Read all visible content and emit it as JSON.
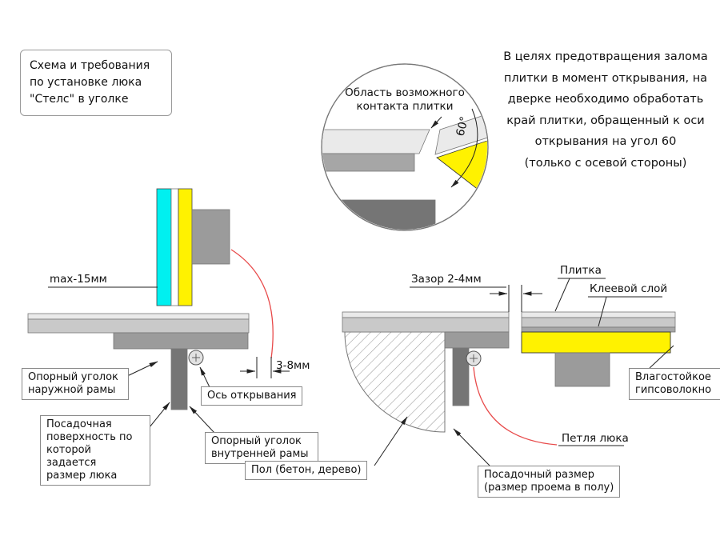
{
  "title_box": {
    "text": "Схема и требования\nпо установке люка\n\"Стелс\" в уголке"
  },
  "note": {
    "text": "В целях предотвращения залома\nплитки в момент открывания, на\nдверке необходимо обработать\nкрай плитки, обращенный к оси\nоткрывания на угол 60\n(только с осевой стороны)"
  },
  "detail": {
    "label": "Область возможного\nконтакта плитки",
    "angle": "60°"
  },
  "left": {
    "max_gap": "max-15мм",
    "outer_angle": "Опорный уголок\nнаружной рамы",
    "axis": "Ось открывания",
    "hinge_gap": "3-8мм",
    "seat_surface": "Посадочная\nповерхность по\nкоторой задается\nразмер люка",
    "inner_angle": "Опорный уголок\nвнутренней рамы"
  },
  "right": {
    "gap": "Зазор 2-4мм",
    "tile": "Плитка",
    "glue": "Клеевой слой",
    "gvl": "Влагостойкое\nгипсоволокно",
    "hinge": "Петля люка",
    "floor": "Пол (бетон, дерево)",
    "seat_size": "Посадочный размер\n(размер проема в полу)"
  },
  "colors": {
    "cyan": "#00f0f0",
    "yellow": "#fff200",
    "slab_light": "#eaeaea",
    "slab_mid": "#c9c9c9",
    "adhesive": "#a6a6a6",
    "gray_med": "#9b9b9b",
    "gray_dark": "#757575",
    "red": "#e84a4a",
    "line": "#222222",
    "outline": "#777777",
    "hatch": "#9a9a9a"
  }
}
